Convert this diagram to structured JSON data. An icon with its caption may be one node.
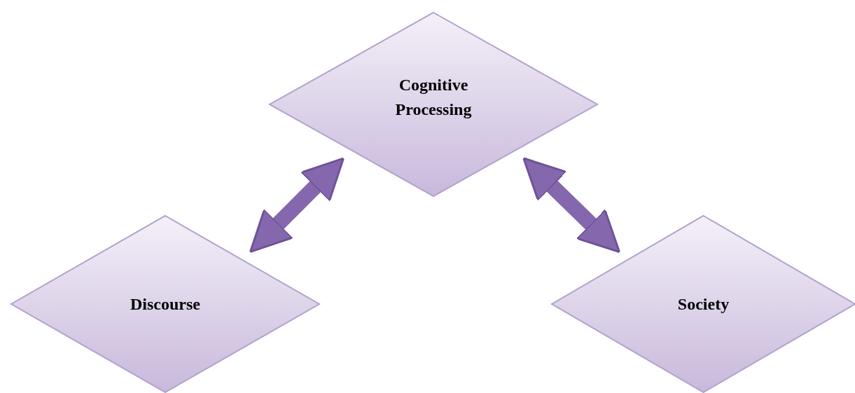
{
  "diagram": {
    "nodes": [
      {
        "text": [
          "Cognitive Processing"
        ]
      },
      {
        "text": [
          "Discourse"
        ]
      },
      {
        "text": [
          "Society"
        ]
      }
    ],
    "edges": [
      {
        "from": 0,
        "to": 1,
        "arrow": "both"
      },
      {
        "from": 0,
        "to": 2,
        "arrow": "both"
      }
    ]
  }
}
